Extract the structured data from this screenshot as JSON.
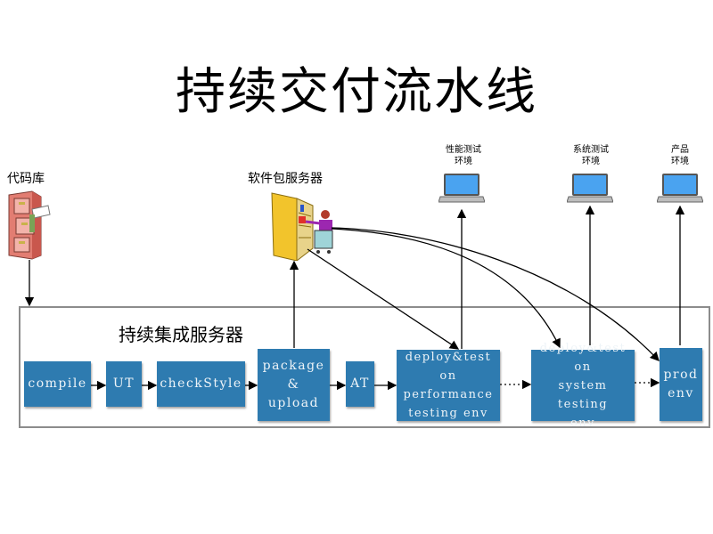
{
  "title": "持续交付流水线",
  "repo": {
    "label": "代码库",
    "icon": "filing-cabinet-icon"
  },
  "artifact_server": {
    "label": "软件包服务器",
    "icon": "file-server-clerk-icon"
  },
  "environments": [
    {
      "id": "perf",
      "label_line1": "性能测试",
      "label_line2": "环境",
      "icon": "laptop-icon"
    },
    {
      "id": "sys",
      "label_line1": "系统测试",
      "label_line2": "环境",
      "icon": "laptop-icon"
    },
    {
      "id": "prod",
      "label_line1": "产品",
      "label_line2": "环境",
      "icon": "laptop-icon"
    }
  ],
  "ci_server": {
    "title": "持续集成服务器",
    "stages": [
      {
        "id": "compile",
        "label": "compile"
      },
      {
        "id": "ut",
        "label": "UT"
      },
      {
        "id": "checkstyle",
        "label": "checkStyle"
      },
      {
        "id": "package",
        "label": "package\n&\nupload"
      },
      {
        "id": "at",
        "label": "AT"
      },
      {
        "id": "perf",
        "label": "deploy&test on\nperformance\ntesting env"
      },
      {
        "id": "sys",
        "label": "deploy&test on\nsystem testing\nenv"
      },
      {
        "id": "prod",
        "label": "prod\nenv"
      }
    ]
  },
  "colors": {
    "stage_fill": "#2e7bb0",
    "frame": "#8c8c8c",
    "arrow": "#000000"
  }
}
